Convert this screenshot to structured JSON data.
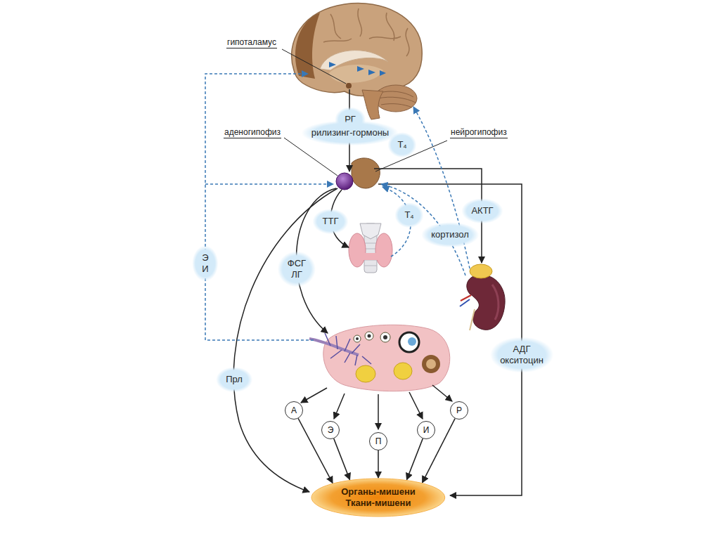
{
  "diagram": {
    "nodes": [
      {
        "text": [
          "А"
        ]
      },
      {
        "text": [
          "Э"
        ]
      },
      {
        "text": [
          "П"
        ]
      },
      {
        "text": [
          "И"
        ]
      },
      {
        "text": [
          "Р"
        ]
      },
      {
        "text": [
          "Органы-мишени Ткани-мишени"
        ]
      }
    ],
    "edges": [
      {
        "from": 0,
        "to": 5,
        "arrow": "to"
      },
      {
        "from": 1,
        "to": 5,
        "arrow": "to"
      },
      {
        "from": 2,
        "to": 5,
        "arrow": "to"
      },
      {
        "from": 3,
        "to": 5,
        "arrow": "to"
      },
      {
        "from": 4,
        "to": 5,
        "arrow": "to"
      }
    ],
    "labels": [
      "гипоталамус",
      "РГ",
      "рилизинг-гормоны",
      "аденогипофиз",
      "нейрогипофиз",
      "T₄",
      "ТТГ",
      "T₄",
      "АКТГ",
      "кортизол",
      "Э И",
      "ФСГ ЛГ",
      "АДГ окситоцин",
      "Прл"
    ]
  }
}
